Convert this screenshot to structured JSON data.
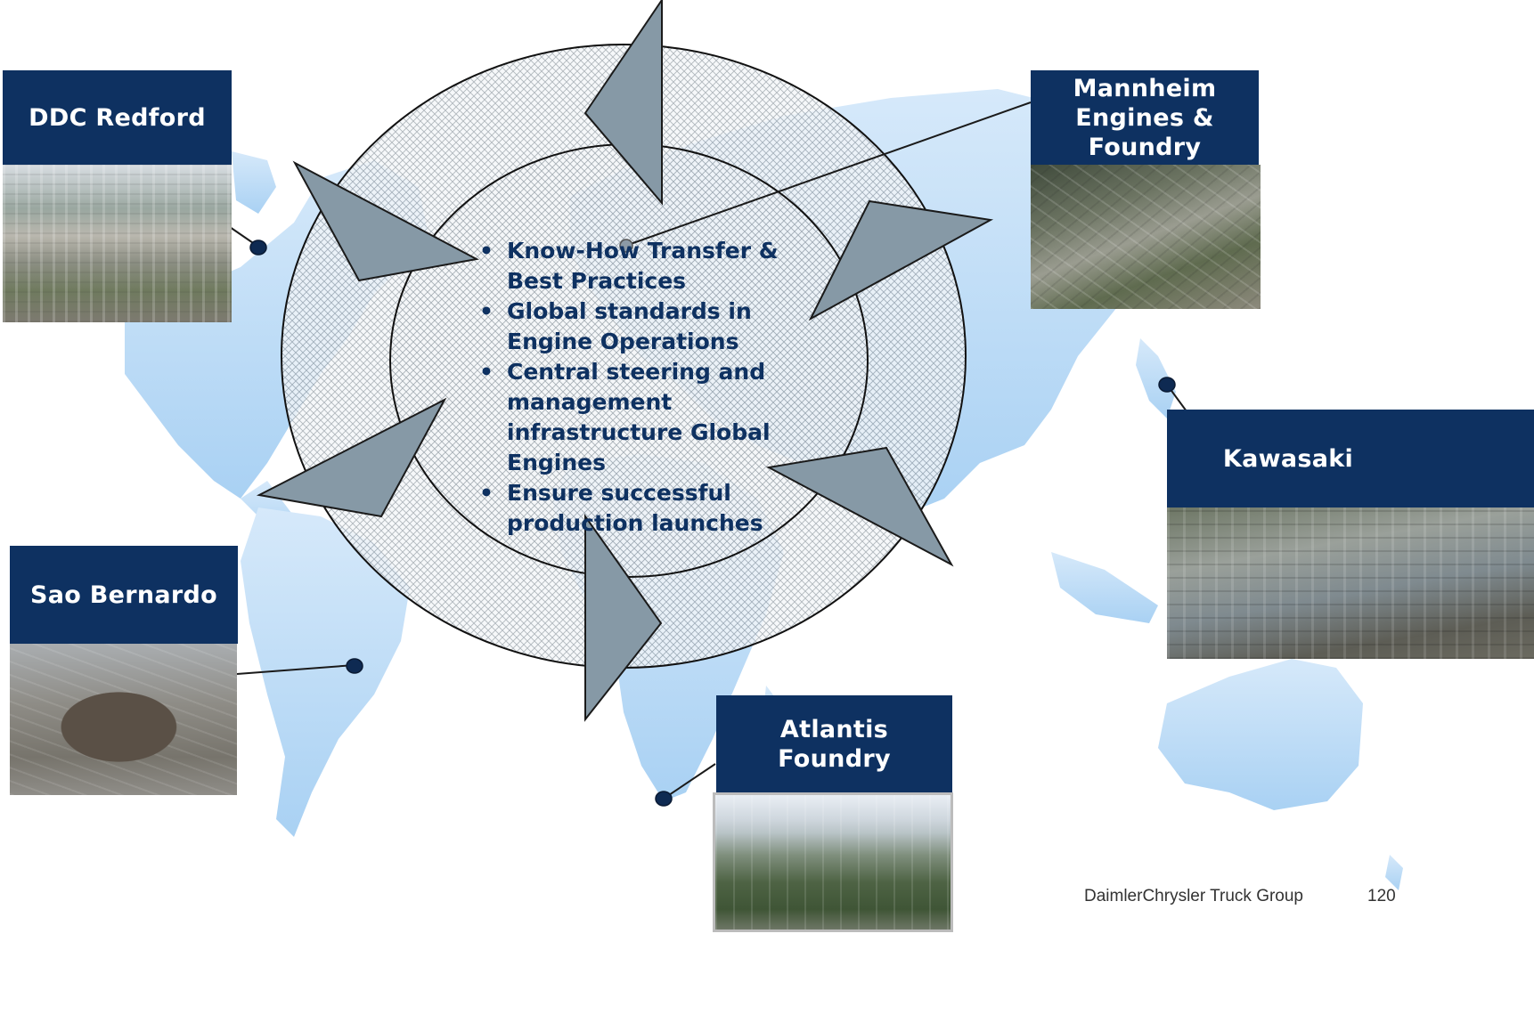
{
  "sites": {
    "redford": {
      "name": "DDC Redford"
    },
    "mannheim": {
      "name": "Mannheim\nEngines &\nFoundry"
    },
    "kawasaki": {
      "name": "Kawasaki"
    },
    "sao_bernardo": {
      "name": "Sao Bernardo"
    },
    "atlantis": {
      "name": "Atlantis\nFoundry"
    }
  },
  "center": {
    "bullets": [
      "Know-How Transfer & Best Practices",
      "Global standards in Engine Operations",
      "Central steering and management infrastructure Global Engines",
      "Ensure successful production launches"
    ]
  },
  "footer": {
    "company": "DaimlerChrysler Truck Group",
    "page": "120"
  },
  "colors": {
    "label_bg": "#0e3161",
    "bullet_text": "#0e3161",
    "map_land": "#b3d7f5",
    "arrow_fill": "#8699a6",
    "circle_outline": "#111111"
  }
}
